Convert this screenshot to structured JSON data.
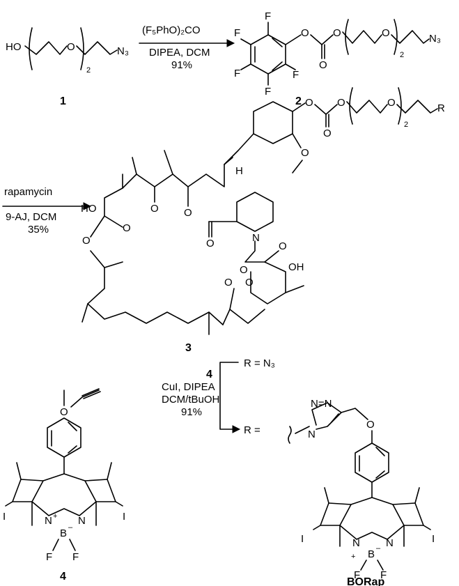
{
  "step1": {
    "reagent_top": "(F₅PhO)₂CO",
    "reagent_bottom": "DIPEA, DCM",
    "yield": "91%"
  },
  "step2": {
    "reagent_top": "rapamycin",
    "reagent_bottom": "9-AJ, DCM",
    "yield": "35%"
  },
  "step3": {
    "reagent_compound": "4",
    "reagent_line1": "CuI, DIPEA",
    "reagent_line2": "DCM/tBuOH",
    "yield": "91%"
  },
  "compounds": {
    "c1": "1",
    "c2": "2",
    "c3": "3",
    "c4": "4",
    "borap": "BORap"
  },
  "r_groups": {
    "r_label": "R",
    "r_azide_eq": "R = N₃",
    "r_triazole_eq": "R ="
  },
  "atoms": {
    "HO": "HO",
    "O": "O",
    "N3": "N₃",
    "F": "F",
    "N": "N",
    "NN": "N=N",
    "H": "H",
    "OH": "OH",
    "I": "I",
    "B": "B",
    "plus": "+",
    "minus": "–",
    "sub2": "2"
  }
}
